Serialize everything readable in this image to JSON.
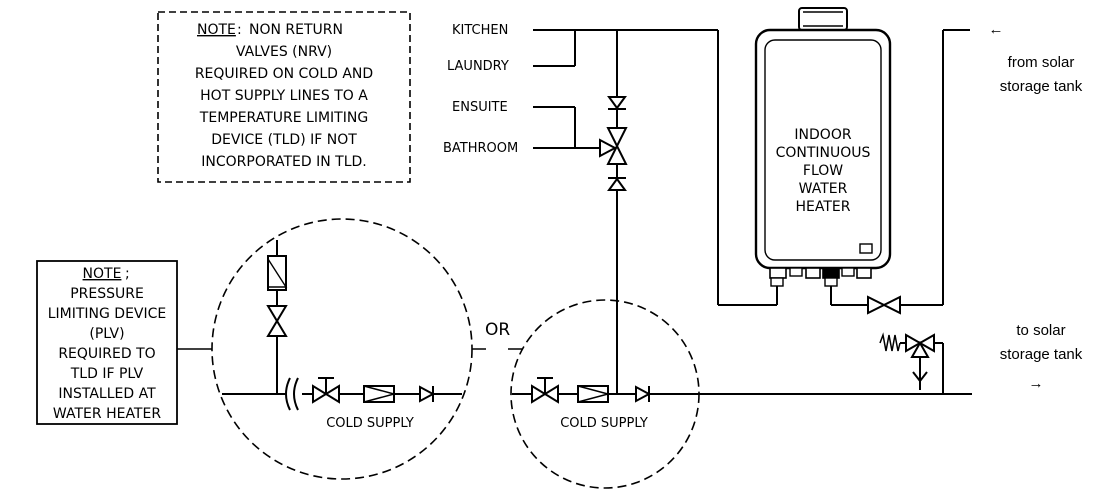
{
  "note_top": {
    "label": "NOTE",
    "lines": [
      "NON RETURN",
      "VALVES (NRV)",
      "REQUIRED ON COLD AND",
      "HOT SUPPLY LINES TO A",
      "TEMPERATURE LIMITING",
      "DEVICE (TLD) IF NOT",
      "INCORPORATED IN TLD."
    ]
  },
  "note_left": {
    "label": "NOTE",
    "lines": [
      "PRESSURE",
      "LIMITING DEVICE",
      "(PLV)",
      "REQUIRED TO",
      "TLD IF PLV",
      "INSTALLED AT",
      "WATER HEATER"
    ]
  },
  "fixtures": [
    "KITCHEN",
    "LAUNDRY",
    "ENSUITE",
    "BATHROOM"
  ],
  "heater": {
    "lines": [
      "INDOOR",
      "CONTINUOUS",
      "FLOW",
      "WATER",
      "HEATER"
    ]
  },
  "solar_from": {
    "lines": [
      "from solar",
      "storage tank"
    ],
    "arrow": "←"
  },
  "solar_to": {
    "lines": [
      "to solar",
      "storage tank"
    ],
    "arrow": "→"
  },
  "or_label": "OR",
  "cold_supply_left": "COLD SUPPLY",
  "cold_supply_right": "COLD SUPPLY"
}
